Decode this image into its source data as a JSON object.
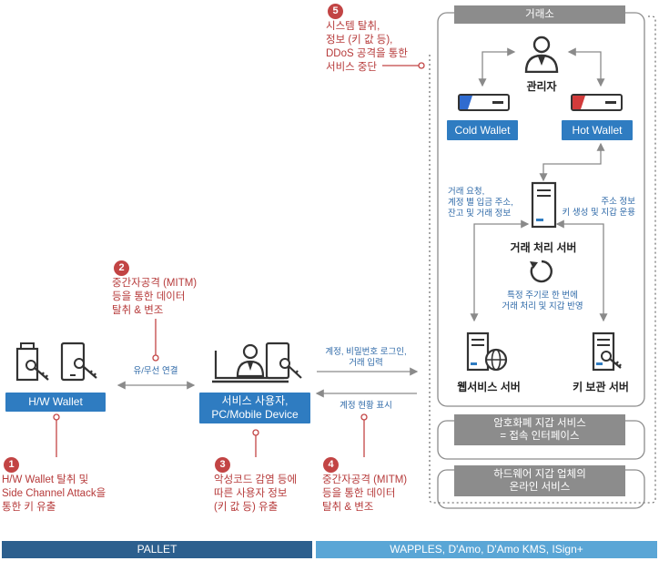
{
  "exchange": {
    "title": "거래소",
    "admin_label": "관리자",
    "cold_wallet_label": "Cold Wallet",
    "hot_wallet_label": "Hot Wallet",
    "left_note": "거래 요청,\n계정 별 입금 주소,\n잔고 및 거래 정보",
    "right_note": "주소 정보\n키 생성 및 지갑 운용",
    "trade_server_label": "거래 처리 서버",
    "cycle_note": "특정 주기로 한 번에\n거래 처리 및 지갑 반영",
    "web_server_label": "웹서비스 서버",
    "key_server_label": "키 보관 서버",
    "crypto_service": "암호화폐 지갑 서비스\n= 접속 인터페이스",
    "hw_vendor_service": "하드웨어 지갑 업체의\n온라인 서비스"
  },
  "threats": [
    {
      "num": "1",
      "text": "H/W Wallet 탈취 및\nSide Channel Attack을\n통한 키 유출"
    },
    {
      "num": "2",
      "text": "중간자공격 (MITM)\n등을 통한 데이터\n탈취 & 변조"
    },
    {
      "num": "3",
      "text": "악성코드 감염 등에\n따른 사용자 정보\n(키 값 등) 유출"
    },
    {
      "num": "4",
      "text": "중간자공격 (MITM)\n등을 통한 데이터\n탈취 & 변조"
    },
    {
      "num": "5",
      "text": "시스템 탈취,\n정보 (키 값 등),\nDDoS 공격을 통한\n서비스 중단"
    }
  ],
  "user_side": {
    "hw_wallet_label": "H/W Wallet",
    "wired_wireless": "유/무선 연결",
    "service_user_label": "서비스 사용자,\nPC/Mobile Device",
    "login_note": "계정, 비밀번호 로그인,\n거래 입력",
    "status_note": "계정 현황 표시"
  },
  "footer": {
    "left": "PALLET",
    "right": "WAPPLES, D'Amo, D'Amo KMS, ISign+"
  },
  "colors": {
    "blue": "#2f7cc1",
    "red": "#c24444",
    "footer_left": "#2c5f8e",
    "footer_right": "#5aa6d6"
  }
}
